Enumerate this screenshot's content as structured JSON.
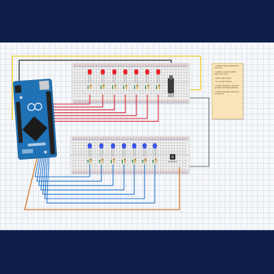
{
  "theme": {
    "frame_color": "#0e1f4a",
    "canvas_color": "#f7f8fb",
    "board_color": "#1f72b6",
    "red_led_color": "#e8222a",
    "blue_led_color": "#3a55e6",
    "wire_red": "#d81e2a",
    "wire_blue": "#1f74c9",
    "wire_orange": "#d6721f",
    "wire_yellow": "#f0d23a",
    "wire_black": "#222222",
    "note_color": "#f8e4b8"
  },
  "components": {
    "microcontroller": {
      "icon": "arduino-mega-board"
    },
    "breadboard_top": {
      "led_count": 7,
      "led_color": "red"
    },
    "breadboard_bottom": {
      "led_count": 7,
      "led_color": "blue"
    },
    "potentiometer": {
      "icon": "potentiometer"
    },
    "push_button": {
      "icon": "push-button"
    }
  },
  "note": {
    "lines": [
      "* CABLES ROJO PINES PARA LED ROJ",
      "* CABLES AZULES PINES PARA LED AZUL",
      "* GND CABLE GRIS",
      "* 5V CABLE NEGRO",
      "* CABLE AMARILLO ANALOG A0 PARA POTENCIOMETRO",
      "* CABLE NARANJA PARA PIN 53 BOTON"
    ]
  }
}
